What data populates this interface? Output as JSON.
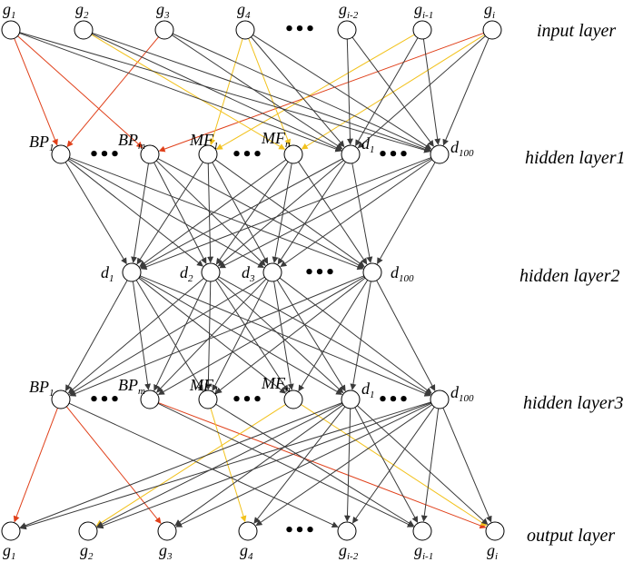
{
  "layers": {
    "input": {
      "label": "input layer",
      "nodes": [
        {
          "base": "g",
          "sub": "1"
        },
        {
          "base": "g",
          "sub": "2"
        },
        {
          "base": "g",
          "sub": "3"
        },
        {
          "base": "g",
          "sub": "4"
        },
        {
          "base": "g",
          "sub": "i-2"
        },
        {
          "base": "g",
          "sub": "i-1"
        },
        {
          "base": "g",
          "sub": "i"
        }
      ],
      "ellipsis": "•••"
    },
    "hidden1": {
      "label": "hidden layer1",
      "nodes": [
        {
          "base": "BP",
          "sub": "1"
        },
        {
          "base": "BP",
          "sub": "m"
        },
        {
          "base": "MF",
          "sub": "1"
        },
        {
          "base": "MF",
          "sub": "n"
        },
        {
          "base": "d",
          "sub": "1"
        },
        {
          "base": "d",
          "sub": "100"
        }
      ],
      "ellipsis": "•••"
    },
    "hidden2": {
      "label": "hidden layer2",
      "nodes": [
        {
          "base": "d",
          "sub": "1"
        },
        {
          "base": "d",
          "sub": "2"
        },
        {
          "base": "d",
          "sub": "3"
        },
        {
          "base": "d",
          "sub": "100"
        }
      ],
      "ellipsis": "•••"
    },
    "hidden3": {
      "label": "hidden layer3",
      "nodes": [
        {
          "base": "BP",
          "sub": "1"
        },
        {
          "base": "BP",
          "sub": "m"
        },
        {
          "base": "MF",
          "sub": "1"
        },
        {
          "base": "MF",
          "sub": "n"
        },
        {
          "base": "d",
          "sub": "1"
        },
        {
          "base": "d",
          "sub": "100"
        }
      ],
      "ellipsis": "•••"
    },
    "output": {
      "label": "output layer",
      "nodes": [
        {
          "base": "g",
          "sub": "1"
        },
        {
          "base": "g",
          "sub": "2"
        },
        {
          "base": "g",
          "sub": "3"
        },
        {
          "base": "g",
          "sub": "4"
        },
        {
          "base": "g",
          "sub": "i-2"
        },
        {
          "base": "g",
          "sub": "i-1"
        },
        {
          "base": "g",
          "sub": "i"
        }
      ],
      "ellipsis": "•••"
    }
  },
  "colors": {
    "bp_connection": "#e0401a",
    "mf_connection": "#f2c21d",
    "d_connection": "#3a3a3a",
    "node_stroke": "#000000",
    "node_fill": "#ffffff"
  }
}
